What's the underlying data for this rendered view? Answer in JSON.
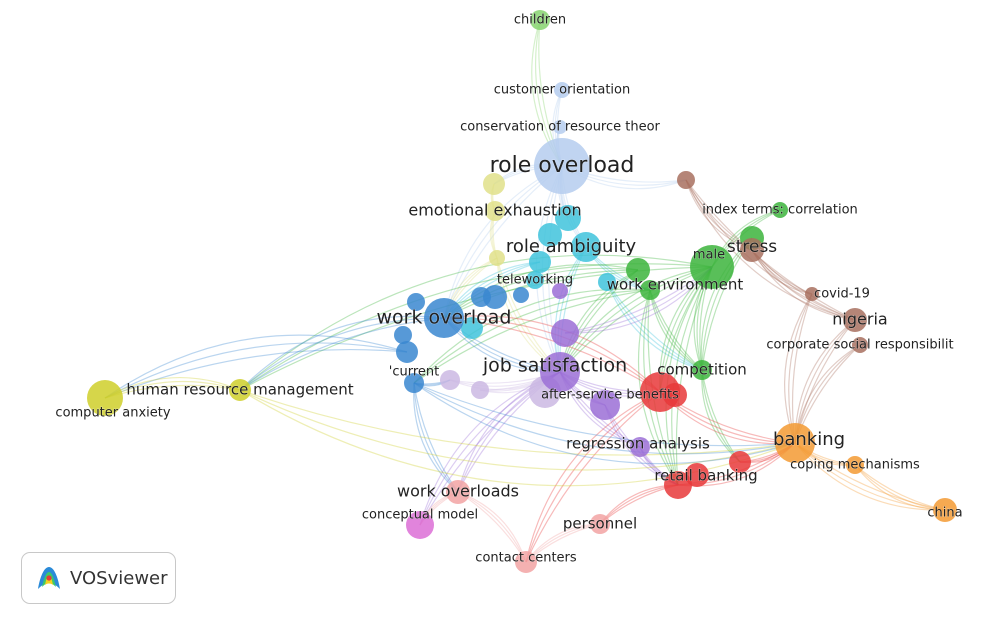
{
  "clusters": {
    "red": "#e8383a",
    "green": "#3cb43c",
    "blue": "#3a87d0",
    "yellow": "#cfcf2a",
    "purple": "#9b6fd6",
    "cyan": "#3fc3dc",
    "orange": "#f39a33",
    "brown": "#a8705f",
    "pink": "#f2a3a3",
    "magenta": "#dc6fd6",
    "lightblue": "#b5cdee",
    "lightgreen": "#86d46e",
    "lavender": "#cbb8e3",
    "paleyellow": "#e0e08a"
  },
  "nodes": [
    {
      "id": "children",
      "label": "children",
      "cluster": "lightgreen"
    },
    {
      "id": "customer_orientation",
      "label": "customer orientation",
      "cluster": "lightblue"
    },
    {
      "id": "conservation",
      "label": "conservation of resource theor",
      "cluster": "lightblue"
    },
    {
      "id": "role_overload",
      "label": "role overload",
      "cluster": "lightblue"
    },
    {
      "id": "brown1",
      "label": "",
      "cluster": "brown"
    },
    {
      "id": "yellow1",
      "label": "",
      "cluster": "paleyellow"
    },
    {
      "id": "emotional_exhaustion",
      "label": "emotional exhaustion",
      "cluster": "paleyellow"
    },
    {
      "id": "yellow2",
      "label": "",
      "cluster": "paleyellow"
    },
    {
      "id": "cyan1",
      "label": "",
      "cluster": "cyan"
    },
    {
      "id": "cyan2",
      "label": "",
      "cluster": "cyan"
    },
    {
      "id": "role_ambiguity",
      "label": "role ambiguity",
      "cluster": "cyan"
    },
    {
      "id": "cyan3",
      "label": "",
      "cluster": "cyan"
    },
    {
      "id": "teleworking",
      "label": "teleworking",
      "cluster": "cyan"
    },
    {
      "id": "cyan4",
      "label": "",
      "cluster": "cyan"
    },
    {
      "id": "cyan5",
      "label": "",
      "cluster": "cyan"
    },
    {
      "id": "purple_small",
      "label": "",
      "cluster": "purple"
    },
    {
      "id": "green1",
      "label": "",
      "cluster": "green"
    },
    {
      "id": "male",
      "label": "male",
      "cluster": "green"
    },
    {
      "id": "green_stress",
      "label": "",
      "cluster": "green"
    },
    {
      "id": "index_terms",
      "label": "index terms: correlation",
      "cluster": "green"
    },
    {
      "id": "work_environment",
      "label": "work environment",
      "cluster": "green"
    },
    {
      "id": "competition",
      "label": "competition",
      "cluster": "green"
    },
    {
      "id": "stress",
      "label": "stress",
      "cluster": "brown"
    },
    {
      "id": "covid",
      "label": "covid-19",
      "cluster": "brown"
    },
    {
      "id": "nigeria",
      "label": "nigeria",
      "cluster": "brown"
    },
    {
      "id": "csr",
      "label": "corporate social responsibilit",
      "cluster": "brown"
    },
    {
      "id": "work_overload",
      "label": "work overload",
      "cluster": "blue"
    },
    {
      "id": "blue1",
      "label": "",
      "cluster": "blue"
    },
    {
      "id": "blue2",
      "label": "",
      "cluster": "blue"
    },
    {
      "id": "blue3",
      "label": "",
      "cluster": "blue"
    },
    {
      "id": "blue4",
      "label": "",
      "cluster": "blue"
    },
    {
      "id": "blue5",
      "label": "",
      "cluster": "blue"
    },
    {
      "id": "blue6",
      "label": "",
      "cluster": "blue"
    },
    {
      "id": "current",
      "label": "'current",
      "cluster": "blue"
    },
    {
      "id": "lav1",
      "label": "",
      "cluster": "lavender"
    },
    {
      "id": "lav2",
      "label": "",
      "cluster": "lavender"
    },
    {
      "id": "lav3",
      "label": "",
      "cluster": "lavender"
    },
    {
      "id": "purple2",
      "label": "",
      "cluster": "purple"
    },
    {
      "id": "job_satisfaction",
      "label": "job satisfaction",
      "cluster": "purple"
    },
    {
      "id": "after_service",
      "label": "after-service benefits",
      "cluster": "purple"
    },
    {
      "id": "regression",
      "label": "regression analysis",
      "cluster": "purple"
    },
    {
      "id": "red1",
      "label": "",
      "cluster": "red"
    },
    {
      "id": "red2",
      "label": "",
      "cluster": "red"
    },
    {
      "id": "red3",
      "label": "",
      "cluster": "red"
    },
    {
      "id": "retail_banking",
      "label": "retail banking",
      "cluster": "red"
    },
    {
      "id": "red4",
      "label": "",
      "cluster": "red"
    },
    {
      "id": "work_overloads",
      "label": "work overloads",
      "cluster": "pink"
    },
    {
      "id": "conceptual_model",
      "label": "conceptual model",
      "cluster": "magenta"
    },
    {
      "id": "contact_centers",
      "label": "contact centers",
      "cluster": "pink"
    },
    {
      "id": "personnel",
      "label": "personnel",
      "cluster": "pink"
    },
    {
      "id": "banking",
      "label": "banking",
      "cluster": "orange"
    },
    {
      "id": "coping",
      "label": "coping mechanisms",
      "cluster": "orange"
    },
    {
      "id": "china",
      "label": "china",
      "cluster": "orange"
    },
    {
      "id": "hrm",
      "label": "human resource management",
      "cluster": "yellow"
    },
    {
      "id": "computer_anxiety",
      "label": "computer anxiety",
      "cluster": "yellow"
    }
  ],
  "edges": [
    [
      "children",
      "role_overload"
    ],
    [
      "customer_orientation",
      "role_overload"
    ],
    [
      "conservation",
      "role_overload"
    ],
    [
      "role_overload",
      "brown1"
    ],
    [
      "role_overload",
      "yellow1"
    ],
    [
      "role_overload",
      "cyan1"
    ],
    [
      "role_overload",
      "role_ambiguity"
    ],
    [
      "role_overload",
      "job_satisfaction"
    ],
    [
      "role_overload",
      "work_overload"
    ],
    [
      "brown1",
      "stress"
    ],
    [
      "brown1",
      "nigeria"
    ],
    [
      "yellow1",
      "emotional_exhaustion"
    ],
    [
      "emotional_exhaustion",
      "yellow2"
    ],
    [
      "yellow2",
      "work_overload"
    ],
    [
      "yellow2",
      "job_satisfaction"
    ],
    [
      "role_ambiguity",
      "job_satisfaction"
    ],
    [
      "role_ambiguity",
      "work_environment"
    ],
    [
      "cyan3",
      "work_overload"
    ],
    [
      "cyan4",
      "competition"
    ],
    [
      "male",
      "job_satisfaction"
    ],
    [
      "male",
      "competition"
    ],
    [
      "male",
      "red1"
    ],
    [
      "male",
      "retail_banking"
    ],
    [
      "green1",
      "work_overload"
    ],
    [
      "green1",
      "job_satisfaction"
    ],
    [
      "green_stress",
      "competition"
    ],
    [
      "index_terms",
      "male"
    ],
    [
      "work_environment",
      "competition"
    ],
    [
      "work_environment",
      "retail_banking"
    ],
    [
      "competition",
      "red3"
    ],
    [
      "male",
      "hrm"
    ],
    [
      "work_environment",
      "current"
    ],
    [
      "stress",
      "nigeria"
    ],
    [
      "stress",
      "covid"
    ],
    [
      "nigeria",
      "banking"
    ],
    [
      "csr",
      "banking"
    ],
    [
      "covid",
      "banking"
    ],
    [
      "work_overload",
      "job_satisfaction"
    ],
    [
      "work_overload",
      "hrm"
    ],
    [
      "blue5",
      "computer_anxiety"
    ],
    [
      "current",
      "work_overloads"
    ],
    [
      "current",
      "lav1"
    ],
    [
      "lav1",
      "job_satisfaction"
    ],
    [
      "lav2",
      "job_satisfaction"
    ],
    [
      "job_satisfaction",
      "after_service"
    ],
    [
      "job_satisfaction",
      "regression"
    ],
    [
      "job_satisfaction",
      "red1"
    ],
    [
      "job_satisfaction",
      "work_overloads"
    ],
    [
      "job_satisfaction",
      "conceptual_model"
    ],
    [
      "purple2",
      "male"
    ],
    [
      "after_service",
      "retail_banking"
    ],
    [
      "regression",
      "retail_banking"
    ],
    [
      "red1",
      "banking"
    ],
    [
      "red3",
      "banking"
    ],
    [
      "retail_banking",
      "banking"
    ],
    [
      "retail_banking",
      "personnel"
    ],
    [
      "personnel",
      "contact_centers"
    ],
    [
      "contact_centers",
      "work_overloads"
    ],
    [
      "work_overloads",
      "conceptual_model"
    ],
    [
      "red1",
      "contact_centers"
    ],
    [
      "banking",
      "coping"
    ],
    [
      "banking",
      "china"
    ],
    [
      "coping",
      "china"
    ],
    [
      "hrm",
      "computer_anxiety"
    ],
    [
      "hrm",
      "banking"
    ],
    [
      "current",
      "banking"
    ],
    [
      "red1",
      "work_overload"
    ]
  ],
  "logo": {
    "text": "VOSviewer"
  }
}
